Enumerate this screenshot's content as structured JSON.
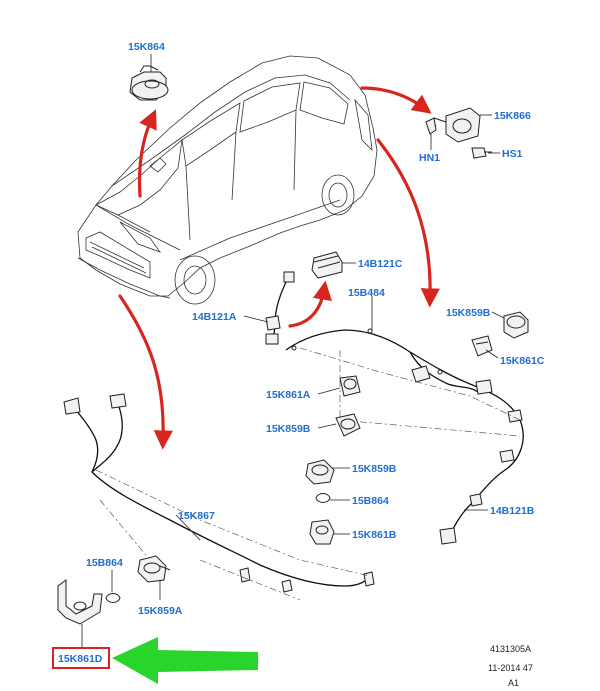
{
  "labels": {
    "p15K864_top": "15K864",
    "p15K866": "15K866",
    "hn1": "HN1",
    "hs1": "HS1",
    "p14B121C": "14B121C",
    "p15B484": "15B484",
    "p14B121A": "14B121A",
    "p15K859B_right": "15K859B",
    "p15K861C": "15K861C",
    "p15K861A": "15K861A",
    "p15K859B_mid": "15K859B",
    "p15K859B_lower": "15K859B",
    "p15B864_mid": "15B864",
    "p15K861B": "15K861B",
    "p14B121B": "14B121B",
    "p15K867": "15K867",
    "p15B864_left": "15B864",
    "p15K859A": "15K859A",
    "p15K861D": "15K861D"
  },
  "footer": {
    "code": "4131305A",
    "date": "11-2014 47",
    "rev": "A1"
  },
  "colors": {
    "label_blue": "#1f6fd1",
    "arrow_red": "#d7261e",
    "highlight_box": "#e0201c",
    "pointer_green": "#29d42b"
  }
}
